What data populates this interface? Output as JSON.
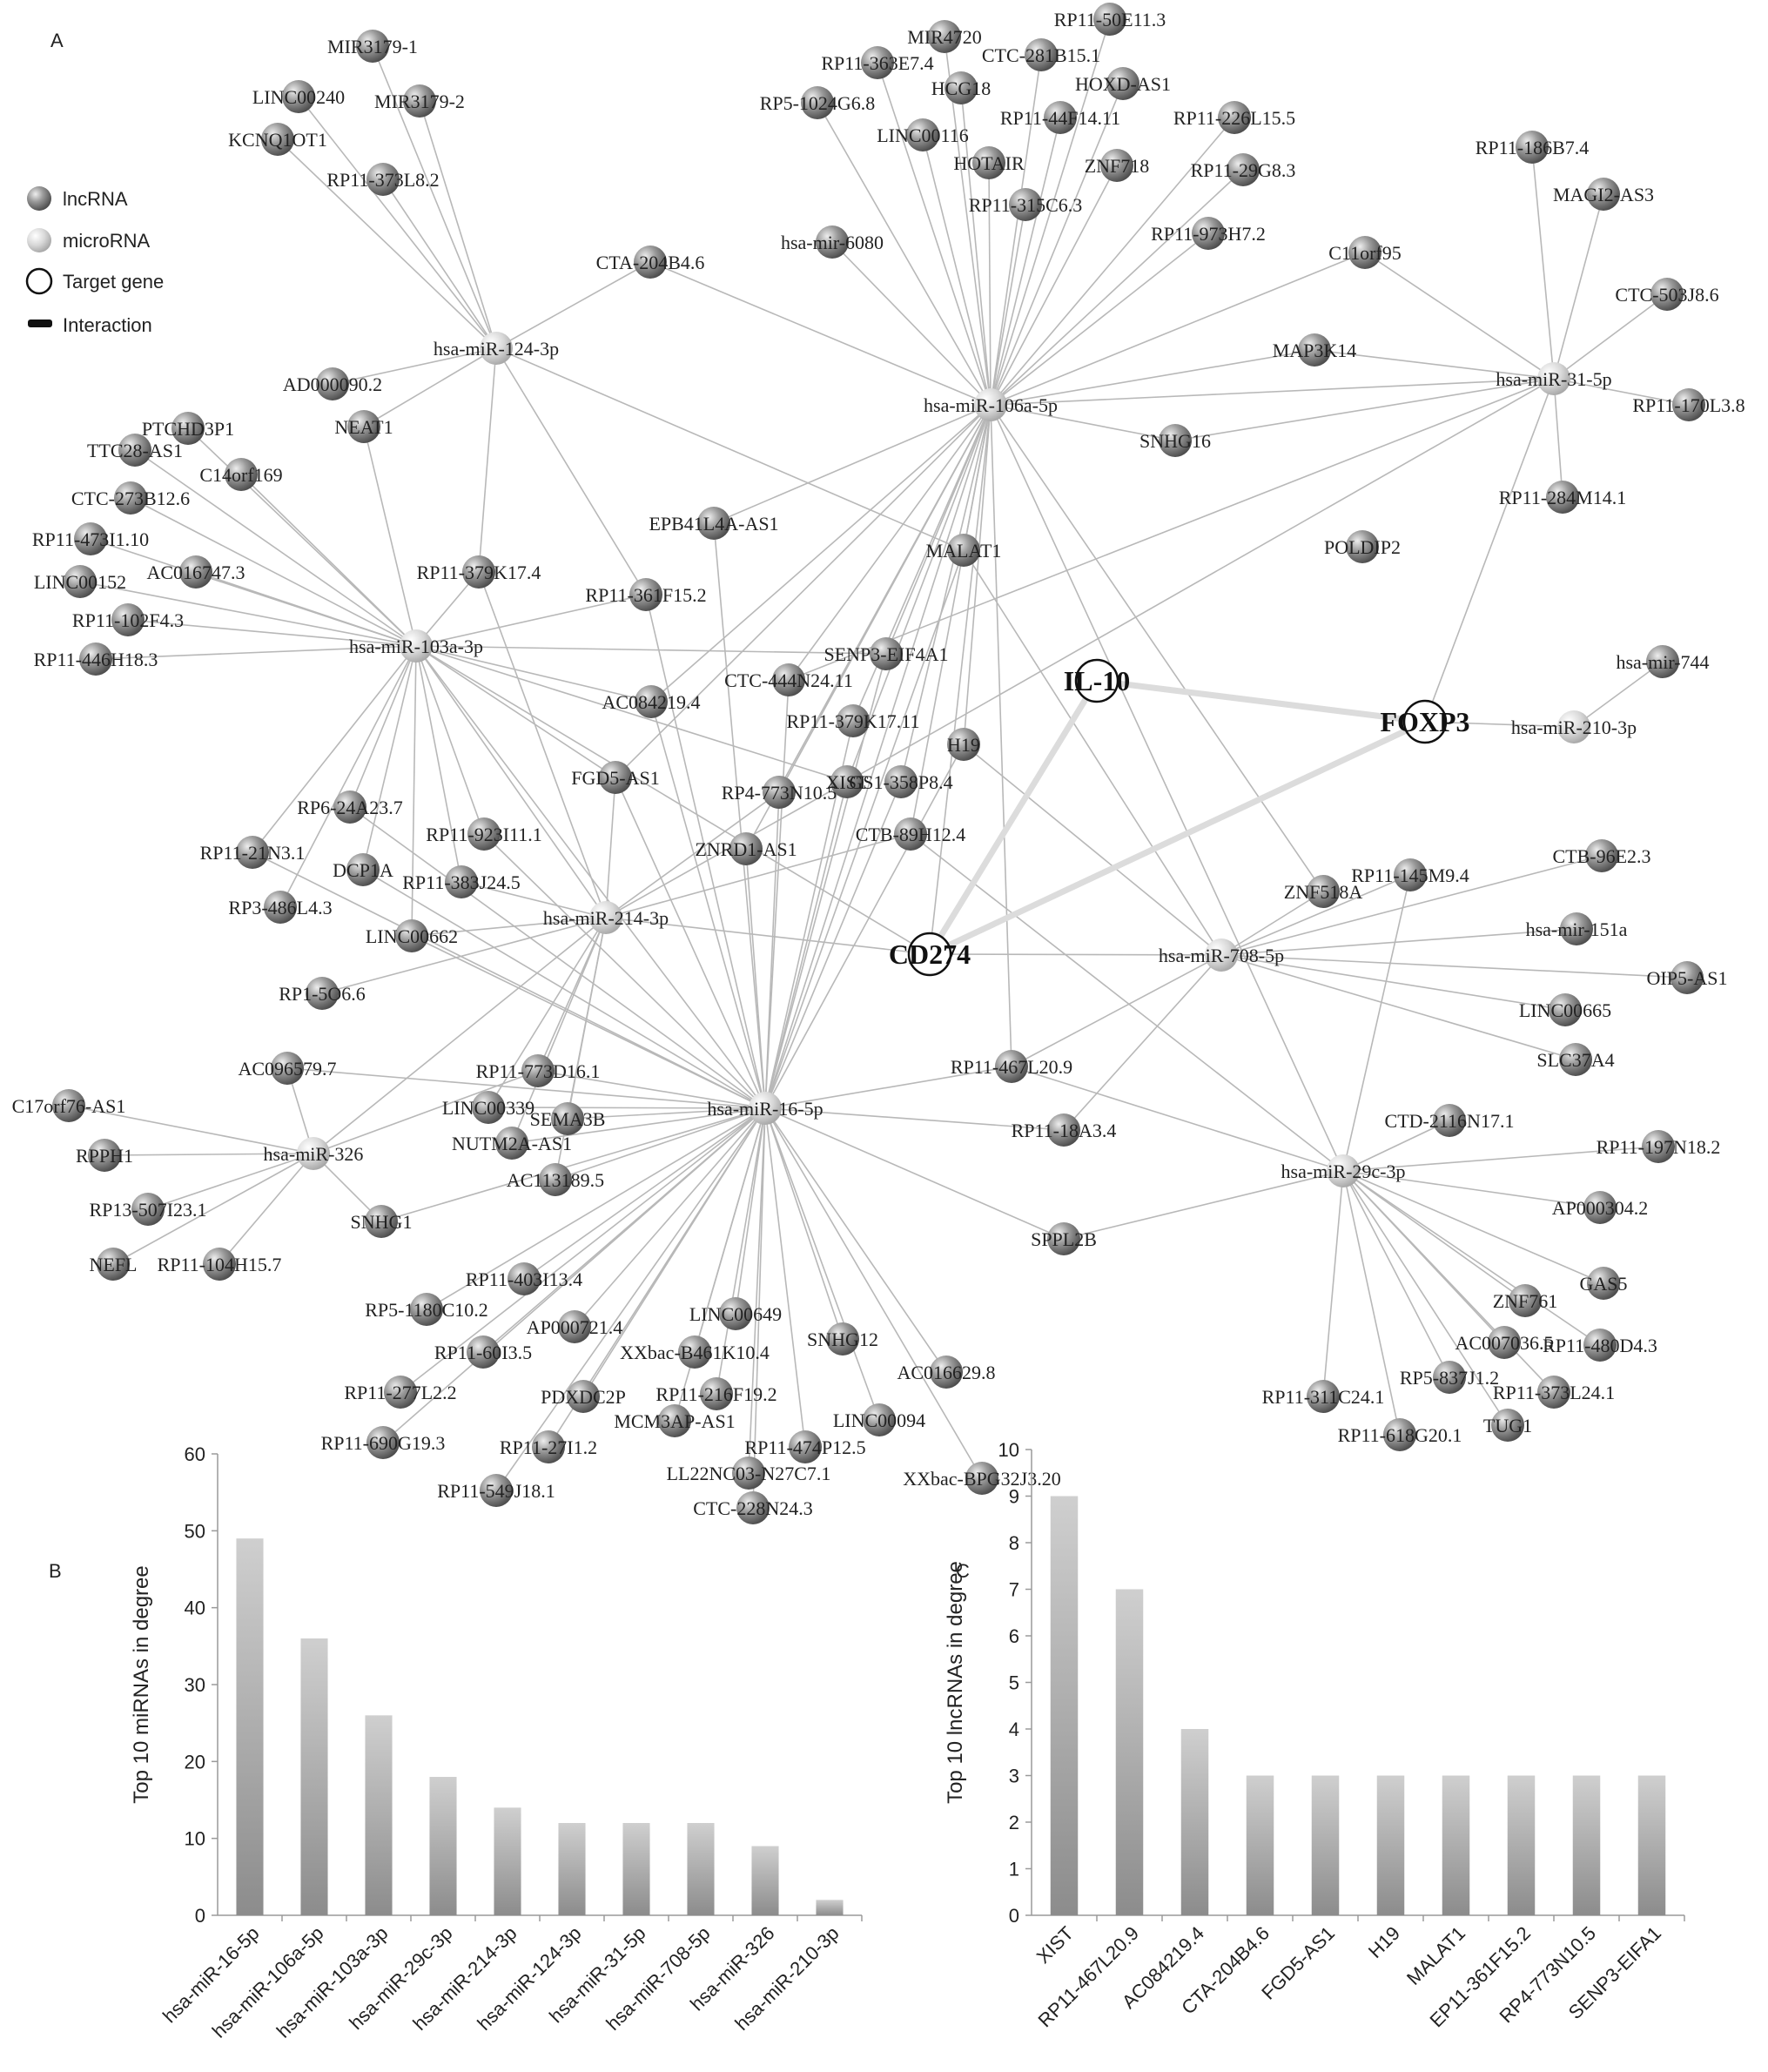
{
  "panels": {
    "a": "A",
    "b": "B",
    "c": "C"
  },
  "legend": {
    "items": [
      {
        "label": "lncRNA",
        "kind": "lncrna"
      },
      {
        "label": "microRNA",
        "kind": "mirna"
      },
      {
        "label": "Target gene",
        "kind": "target"
      },
      {
        "label": "Interaction",
        "kind": "interaction"
      }
    ]
  },
  "network": {
    "mirnas": [
      "hsa-miR-124-3p",
      "hsa-miR-106a-5p",
      "hsa-miR-31-5p",
      "hsa-miR-103a-3p",
      "hsa-miR-210-3p",
      "hsa-miR-214-3p",
      "hsa-miR-708-5p",
      "hsa-miR-16-5p",
      "hsa-miR-326",
      "hsa-miR-29c-3p"
    ],
    "targets": [
      "IL-10",
      "FOXP3",
      "CD274"
    ],
    "lncrnas": [
      "MIR3179-1",
      "LINC00240",
      "MIR3179-2",
      "KCNQ1OT1",
      "RP11-373L8.2",
      "RP11-363E7.4",
      "MIR4720",
      "CTC-281B15.1",
      "RP11-50E11.3",
      "RP5-1024G6.8",
      "HCG18",
      "HOXD-AS1",
      "LINC00116",
      "RP11-44F14.11",
      "RP11-226L15.5",
      "HOTAIR",
      "ZNF718",
      "RP11-29G8.3",
      "RP11-315C6.3",
      "RP11-186B7.4",
      "MAGI2-AS3",
      "hsa-mir-6080",
      "RP11-973H7.2",
      "C11orf95",
      "CTA-204B4.6",
      "CTC-503J8.6",
      "MAP3K14",
      "AD000090.2",
      "RP11-170L3.8",
      "NEAT1",
      "PTCHD3P1",
      "SNHG16",
      "TTC28-AS1",
      "C14orf169",
      "RP11-284M14.1",
      "CTC-273B12.6",
      "EPB41L4A-AS1",
      "RP11-473I1.10",
      "POLDIP2",
      "MALAT1",
      "RP11-379K17.4",
      "LINC00152",
      "AC016747.3",
      "RP11-361F15.2",
      "RP11-102F4.3",
      "hsa-mir-744",
      "SENP3-EIF4A1",
      "RP11-446H18.3",
      "CTC-444N24.11",
      "AC084219.4",
      "RP11-379K17.11",
      "H19",
      "FGD5-AS1",
      "XIST",
      "GS1-358P8.4",
      "RP4-773N10.5",
      "RP6-24A23.7",
      "CTB-89H12.4",
      "RP11-923I11.1",
      "ZNRD1-AS1",
      "RP11-21N3.1",
      "DCP1A",
      "CTB-96E2.3",
      "RP11-383J24.5",
      "RP11-145M9.4",
      "ZNF518A",
      "RP3-486L4.3",
      "hsa-mir-151a",
      "LINC00662",
      "OIP5-AS1",
      "RP1-5O6.6",
      "LINC00665",
      "SLC37A4",
      "RP11-467L20.9",
      "AC096579.7",
      "RP11-773D16.1",
      "C17orf76-AS1",
      "LINC00339",
      "SEMA3B",
      "CTD-2116N17.1",
      "NUTM2A-AS1",
      "RP11-18A3.4",
      "RP11-197N18.2",
      "RPPH1",
      "AC113189.5",
      "RP13-507I23.1",
      "SNHG1",
      "AP000304.2",
      "NEFL",
      "RP11-104H15.7",
      "SPPL2B",
      "GAS5",
      "RP11-403I13.4",
      "ZNF761",
      "RP5-1180C10.2",
      "LINC00649",
      "AP000721.4",
      "AC007036.5",
      "RP11-480D4.3",
      "RP11-60I3.5",
      "XXbac-B461K10.4",
      "SNHG12",
      "AC016629.8",
      "RP5-837J1.2",
      "RP11-277L2.2",
      "PDXDC2P",
      "RP11-216F19.2",
      "RP11-373L24.1",
      "RP11-311C24.1",
      "MCM3AP-AS1",
      "LINC00094",
      "TUG1",
      "RP11-690G19.3",
      "RP11-618G20.1",
      "RP11-27I1.2",
      "RP11-474P12.5",
      "LL22NC03-N27C7.1",
      "XXbac-BPG32J3.20",
      "RP11-549J18.1",
      "CTC-228N24.3"
    ]
  },
  "chart_data": [
    {
      "type": "bar",
      "title": "",
      "xlabel": "",
      "ylabel": "Top 10 miRNAs in degree",
      "ylim": [
        0,
        60
      ],
      "yticks": [
        "0",
        "10",
        "20",
        "30",
        "40",
        "50",
        "60"
      ],
      "categories": [
        "hsa-miR-16-5p",
        "hsa-miR-106a-5p",
        "hsa-miR-103a-3p",
        "hsa-miR-29c-3p",
        "hsa-miR-214-3p",
        "hsa-miR-124-3p",
        "hsa-miR-31-5p",
        "hsa-miR-708-5p",
        "hsa-miR-326",
        "hsa-miR-210-3p"
      ],
      "values": [
        49,
        36,
        26,
        18,
        14,
        12,
        12,
        12,
        9,
        2
      ],
      "grid": false,
      "legend": "none"
    },
    {
      "type": "bar",
      "title": "",
      "xlabel": "",
      "ylabel": "Top 10 lncRNAs in degree",
      "ylim": [
        0,
        10
      ],
      "yticks": [
        "0",
        "1",
        "2",
        "3",
        "4",
        "5",
        "6",
        "7",
        "8",
        "9",
        "10"
      ],
      "categories": [
        "XIST",
        "RP11-467L20.9",
        "AC084219.4",
        "CTA-204B4.6",
        "FGD5-AS1",
        "H19",
        "MALAT1",
        "EP11-361F15.2",
        "RP4-773N10.5",
        "SENP3-EIFA1"
      ],
      "values": [
        9,
        7,
        4,
        3,
        3,
        3,
        3,
        3,
        3,
        3
      ],
      "grid": false,
      "legend": "none"
    }
  ]
}
